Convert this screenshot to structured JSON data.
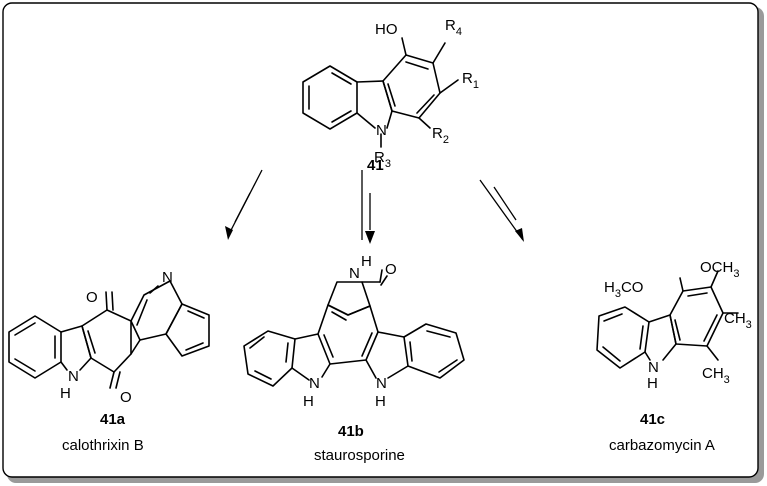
{
  "scheme": {
    "parent": {
      "label": "41",
      "atoms": {
        "hydroxyl": "HO",
        "r1": "R",
        "r1_sub": "1",
        "r2": "R",
        "r2_sub": "2",
        "r3": "R",
        "r3_sub": "3",
        "r4": "R",
        "r4_sub": "4",
        "nitrogen": "N"
      }
    },
    "arrows": [
      "left",
      "center",
      "right"
    ],
    "products": [
      {
        "label": "41a",
        "name": "calothrixin B",
        "atoms": {
          "o_top": "O",
          "o_bottom": "O",
          "n_ring": "N",
          "nh": "N",
          "h": "H"
        }
      },
      {
        "label": "41b",
        "name": "staurosporine",
        "atoms": {
          "nh_lactam": "N",
          "h_lactam": "H",
          "o_lactam": "O",
          "nh_left": "N",
          "h_left": "H",
          "nh_right": "N",
          "h_right": "H"
        }
      },
      {
        "label": "41c",
        "name": "carbazomycin A",
        "atoms": {
          "methoxy1": "H3CO",
          "methoxy2": "OCH3",
          "methyl1": "CH3",
          "methyl2": "CH3",
          "nh": "N",
          "h": "H"
        }
      }
    ]
  }
}
